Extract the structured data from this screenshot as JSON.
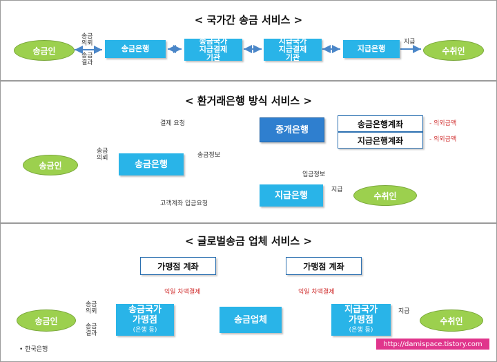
{
  "sections": [
    {
      "title": "< 국가간 송금 서비스 >",
      "remitter": "송금인",
      "left_flow": [
        "송금",
        "의뢰",
        "송금",
        "결과"
      ],
      "sending_bank": "송금은행",
      "sending_country_org": [
        "송금국가",
        "지급결제",
        "기관"
      ],
      "receiving_country_org": [
        "지급국가",
        "지급결제",
        "기관"
      ],
      "paying_bank": "지급은행",
      "pay_label": "지급",
      "recipient": "수취인"
    },
    {
      "title": "< 환거래은행 방식 서비스 >",
      "remitter": "송금인",
      "request_label": [
        "송금",
        "의뢰"
      ],
      "sending_bank": "송금은행",
      "settlement_request": "결제 요청",
      "intermediary_bank": "중개은행",
      "remit_info": "송금정보",
      "deposit_info": "입금정보",
      "paying_bank": "지급은행",
      "customer_deposit_request": "고객계좌 입금요청",
      "pay_label": "지급",
      "recipient": "수취인",
      "accounts": [
        "송금은행계좌",
        "지급은행계좌"
      ],
      "account_note": "- 의외금액"
    },
    {
      "title": "< 글로벌송금 업체 서비스 >",
      "merchant_account_left": "가맹점 계좌",
      "merchant_account_right": "가맹점 계좌",
      "settle_left": "익일 차액결제",
      "settle_right": "익일 차액결제",
      "remitter": "송금인",
      "left_flow": [
        "송금",
        "의뢰",
        "송금",
        "결과"
      ],
      "sending_merchant": [
        "송금국가",
        "가맹점"
      ],
      "sending_merchant_note": "(은행 등)",
      "company": "송금업체",
      "receiving_merchant": [
        "지급국가",
        "가맹점"
      ],
      "receiving_merchant_note": "(은행 등)",
      "pay_label": "지급",
      "recipient": "수취인",
      "footnote": "• 한국은행"
    }
  ],
  "watermark": "http://damispace.tistory.com",
  "colors": {
    "box": "#29b4e8",
    "oval": "#9cd04e",
    "arrow": "#4a86c8",
    "red_arrow": "#c0392b"
  }
}
